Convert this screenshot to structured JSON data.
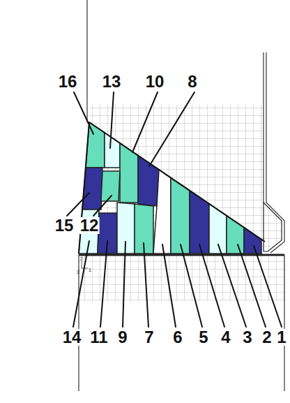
{
  "diagram": {
    "labels": [
      "16",
      "13",
      "10",
      "8",
      "15",
      "12",
      "14",
      "11",
      "9",
      "7",
      "6",
      "5",
      "4",
      "3",
      "2",
      "1",
      "2",
      "3",
      "1"
    ]
  }
}
